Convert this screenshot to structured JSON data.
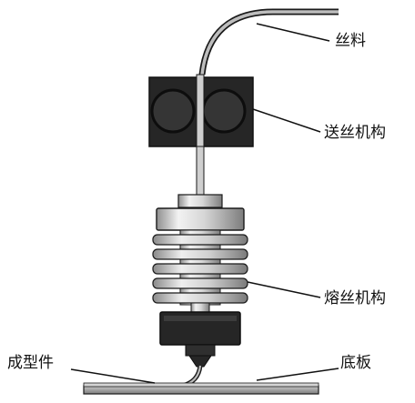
{
  "labels": {
    "filament": "丝料",
    "feed_mechanism": "送丝机构",
    "melt_mechanism": "熔丝机构",
    "part": "成型件",
    "base_plate": "底板"
  },
  "colors": {
    "outline": "#1a1a1a",
    "dark_part": "#262626",
    "roller": "#3a3a3a",
    "metal_light": "#e6e6e6",
    "metal_mid": "#bdbdbd",
    "metal_dark": "#8a8a8a",
    "base_plate": "#9a9a9a"
  }
}
